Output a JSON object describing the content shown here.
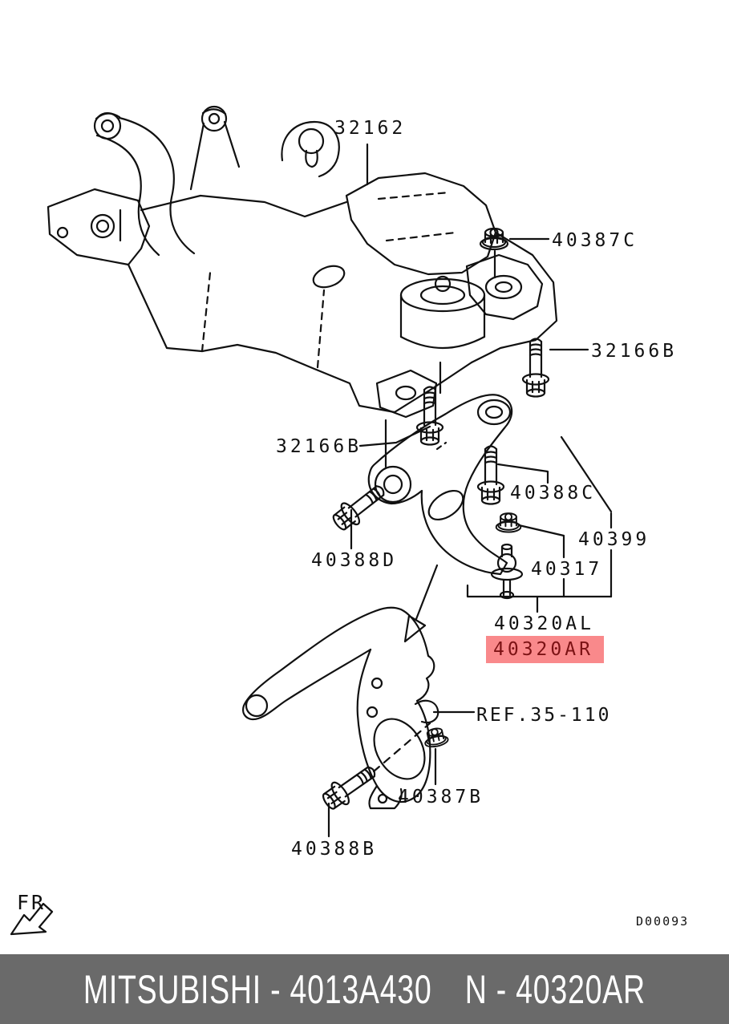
{
  "drawing": {
    "code": "D00093",
    "direction_label": "FR"
  },
  "colors": {
    "line": "#111111",
    "highlight_bg": "#f9898b",
    "highlight_text": "#7c1214",
    "footer_bg": "#6a6a6a",
    "footer_text": "#ffffff"
  },
  "labels": {
    "crossmember": "32162",
    "nut_top": "40387C",
    "bolt_right": "32166B",
    "bolt_left": "32166B",
    "bolt_arm_front": "40388C",
    "bushing": "40399",
    "ball_joint": "40317",
    "bolt_arm_rear": "40388D",
    "arm_left": "40320AL",
    "arm_right_highlighted": "40320AR",
    "knuckle_ref": "REF.35-110",
    "nut_knuckle": "40387B",
    "bolt_knuckle": "40388B"
  },
  "footer": {
    "left": "MITSUBISHI - 4013A430",
    "right": "N - 40320AR"
  }
}
